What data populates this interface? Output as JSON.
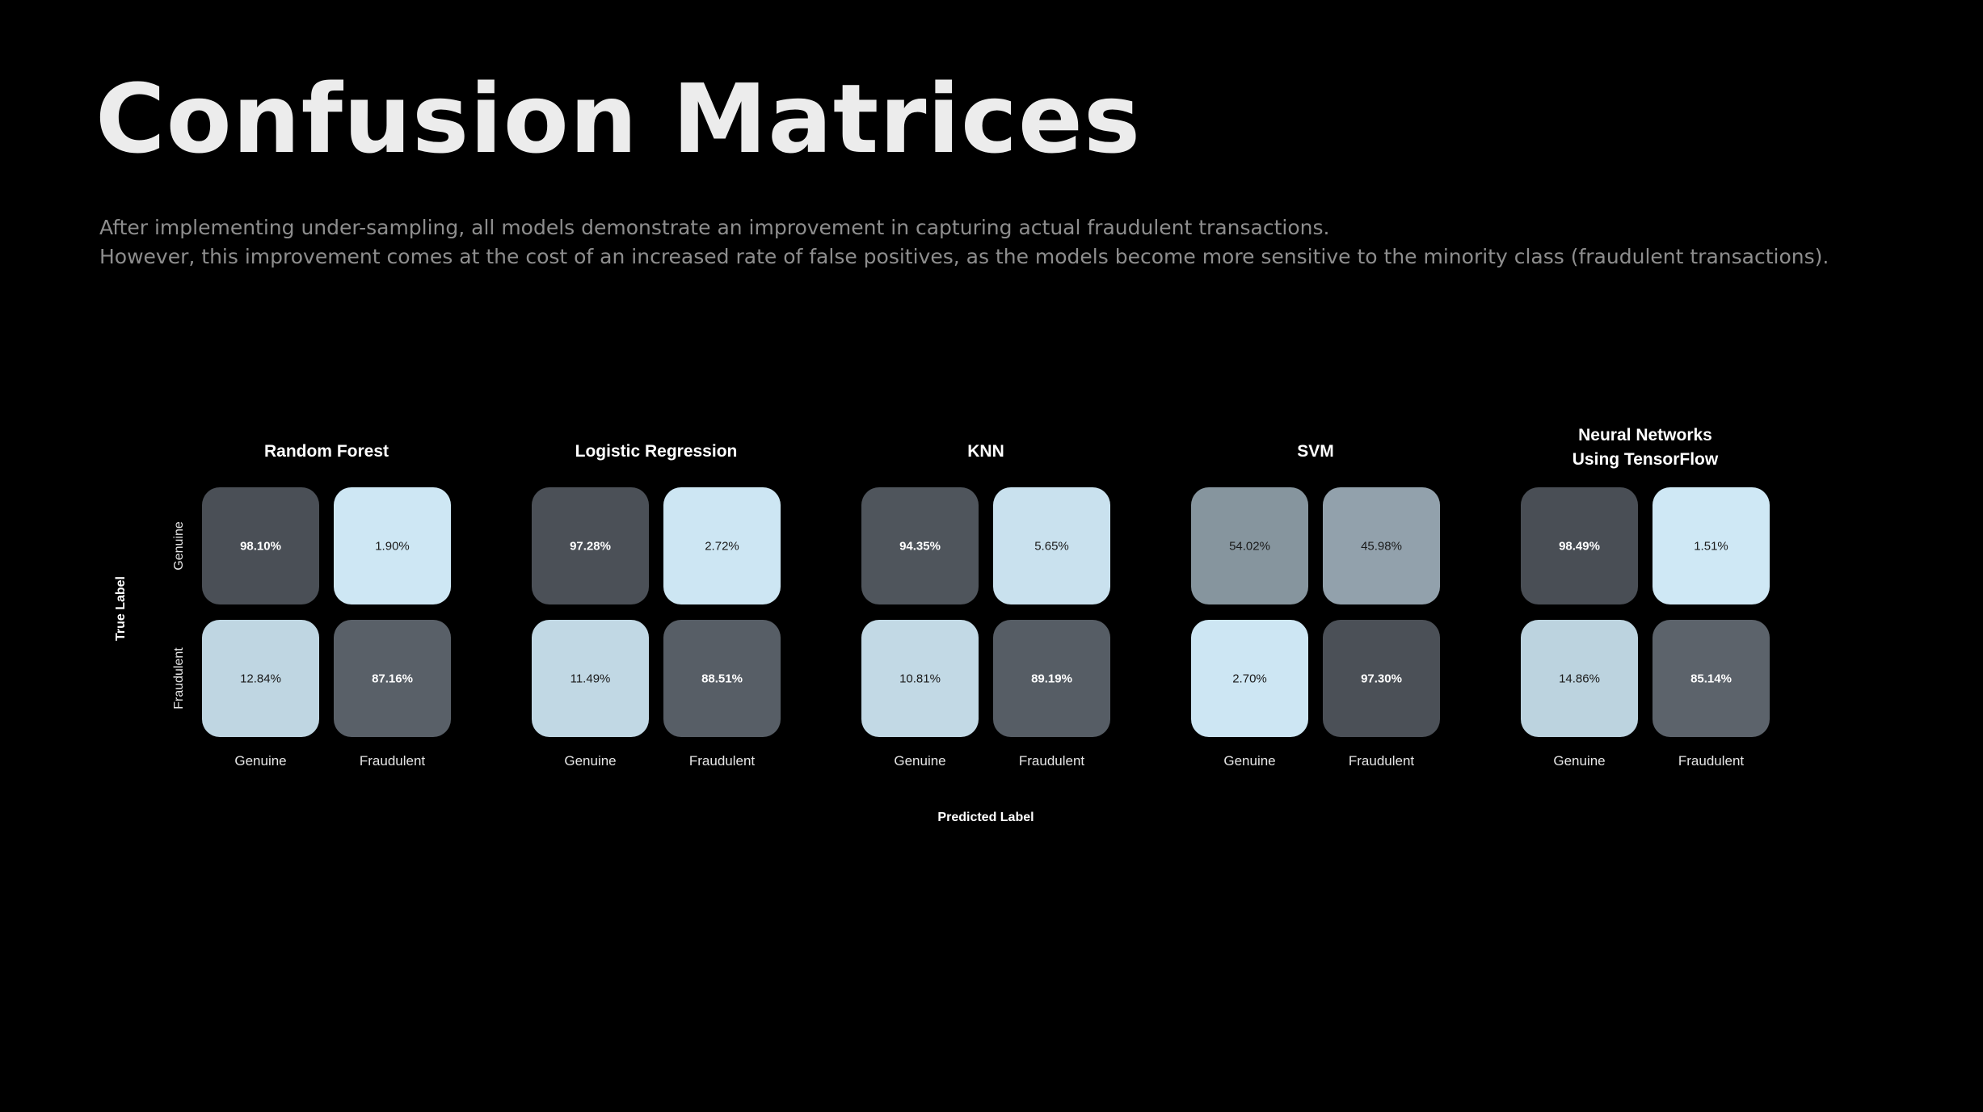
{
  "slide": {
    "title": "Confusion Matrices",
    "subtitle_lines": [
      "After implementing under-sampling, all models demonstrate an improvement in capturing actual fraudulent transactions.",
      "However, this improvement comes at the cost of an increased rate of false positives, as the models become more sensitive to the minority class (fraudulent transactions)."
    ]
  },
  "chart_data": {
    "type": "heatmap",
    "xlabel": "Predicted Label",
    "ylabel": "True Label",
    "x_categories": [
      "Genuine",
      "Fraudulent"
    ],
    "y_categories": [
      "Genuine",
      "Fraudulent"
    ],
    "value_unit": "%",
    "color_scale": {
      "low": "#d1eaf7",
      "high": "#474c53"
    },
    "matrices": [
      {
        "title_lines": [
          "Random Forest"
        ],
        "values": [
          [
            98.1,
            1.9
          ],
          [
            12.84,
            87.16
          ]
        ],
        "labels": [
          [
            "98.10%",
            "1.90%"
          ],
          [
            "12.84%",
            "87.16%"
          ]
        ]
      },
      {
        "title_lines": [
          "Logistic Regression"
        ],
        "values": [
          [
            97.28,
            2.72
          ],
          [
            11.49,
            88.51
          ]
        ],
        "labels": [
          [
            "97.28%",
            "2.72%"
          ],
          [
            "11.49%",
            "88.51%"
          ]
        ]
      },
      {
        "title_lines": [
          "KNN"
        ],
        "values": [
          [
            94.35,
            5.65
          ],
          [
            10.81,
            89.19
          ]
        ],
        "labels": [
          [
            "94.35%",
            "5.65%"
          ],
          [
            "10.81%",
            "89.19%"
          ]
        ]
      },
      {
        "title_lines": [
          "SVM"
        ],
        "values": [
          [
            54.02,
            45.98
          ],
          [
            2.7,
            97.3
          ]
        ],
        "labels": [
          [
            "54.02%",
            "45.98%"
          ],
          [
            "2.70%",
            "97.30%"
          ]
        ]
      },
      {
        "title_lines": [
          "Neural Networks",
          "Using TensorFlow"
        ],
        "values": [
          [
            98.49,
            1.51
          ],
          [
            14.86,
            85.14
          ]
        ],
        "labels": [
          [
            "98.49%",
            "1.51%"
          ],
          [
            "14.86%",
            "85.14%"
          ]
        ]
      }
    ]
  }
}
